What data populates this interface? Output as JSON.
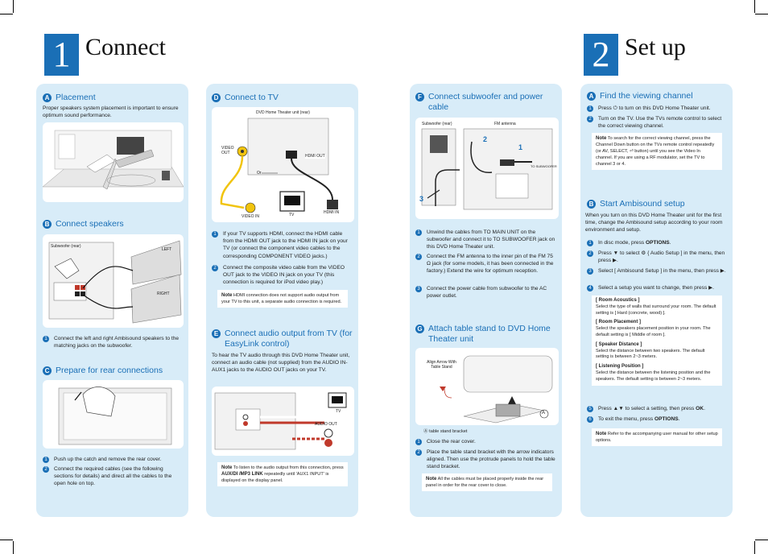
{
  "page1": {
    "number": "1",
    "title": "Connect",
    "placement": {
      "letter": "A",
      "heading": "Placement",
      "text": "Proper speakers system placement is important to ensure optimum sound performance."
    },
    "connect_speakers": {
      "letter": "B",
      "heading": "Connect speakers",
      "fig_labels": {
        "subwoofer": "Subwoofer (rear)",
        "left": "LEFT",
        "right": "RIGHT"
      },
      "step1": "Connect the left and right Ambisound speakers to the matching jacks on the subwoofer."
    },
    "rear_prep": {
      "letter": "C",
      "heading": "Prepare for rear connections",
      "step1": "Push up the catch and remove the rear cover.",
      "step2": "Connect the required cables (see the following sections for details) and direct all the cables to the open hole on top."
    },
    "connect_tv": {
      "letter": "D",
      "heading": "Connect to TV",
      "fig_labels": {
        "unit": "DVD Home Theater unit (rear)",
        "video_out": "VIDEO OUT",
        "hdmi_out": "HDMI OUT",
        "or": "Or",
        "video_in": "VIDEO IN",
        "tv": "TV",
        "hdmi_in": "HDMI IN"
      },
      "step1": "If your TV supports HDMI, connect the HDMI cable from the HDMI OUT jack to the HDMI IN jack on your TV (or connect the component video cables to the corresponding COMPONENT VIDEO jacks.)",
      "step2": "Connect the composite video cable from the VIDEO OUT jack to the VIDEO IN jack on your TV (this connection is required for iPod video play.)",
      "note_label": "Note",
      "note": "HDMI connection does not support audio output from your TV to this unit, a separate audio connection is required."
    },
    "audio_tv": {
      "letter": "E",
      "heading": "Connect audio output from TV (for EasyLink control)",
      "text": "To hear the TV audio through this DVD Home Theater unit, connect an audio cable (not supplied) from the AUDIO IN-AUX1 jacks to the AUDIO OUT jacks on your TV.",
      "fig_labels": {
        "tv": "TV",
        "audio_out": "AUDIO OUT"
      },
      "note_label": "Note",
      "note_a": "To listen to the audio output from this connection, press ",
      "note_bold": "AUX/DI /MP3 LINK",
      "note_b": " repeatedly until 'AUX1 INPUT' is displayed on the display panel."
    },
    "subwoofer_power": {
      "letter": "F",
      "heading": "Connect subwoofer and power cable",
      "fig_labels": {
        "subwoofer": "Subwoofer (rear)",
        "fm": "FM antenna",
        "to_sub": "TO SUBWOOFER",
        "n1": "1",
        "n2": "2",
        "n3": "3"
      },
      "step1": "Unwind the cables from TO MAIN UNIT on the subwoofer and connect it to TO SUBWOOFER jack on this DVD Home Theater unit.",
      "step2": "Connect the FM antenna to the inner pin of the FM 75 Ω jack (for some models, it has been connected in the factory.) Extend the wire for optimum reception.",
      "step3": "Connect the power cable from subwoofer to the AC power outlet."
    },
    "table_stand": {
      "letter": "G",
      "heading": "Attach table stand to DVD Home Theater unit",
      "fig_labels": {
        "align": "Align Arrow With Table Stand",
        "a": "A"
      },
      "caption": "Ⓐ table stand bracket",
      "step1": "Close the rear cover.",
      "step2": "Place the table stand bracket with the arrow indicators aligned. Then use the protrude panels to hold the table stand bracket.",
      "note_label": "Note",
      "note": "All the cables must be placed properly inside the rear panel in order for the rear cover to close."
    }
  },
  "page2": {
    "number": "2",
    "title": "Set up",
    "viewing_channel": {
      "letter": "A",
      "heading": "Find the viewing channel",
      "step1": "Press ⏻ to turn on this DVD Home Theater unit.",
      "step2": "Turn on the TV. Use the TVs remote control to select the correct viewing channel.",
      "note_label": "Note",
      "note": "To search for the correct viewing channel, press the Channel Down button on the TVs remote control repeatedly (or AV, SELECT, ⏎ button) until you see the Video In channel. If you are using a RF modulator, set the TV to channel 3 or 4."
    },
    "ambisound": {
      "letter": "B",
      "heading": "Start Ambisound setup",
      "text": "When you turn on this DVD Home Theater unit for the first time, change the Ambisound setup according to your room environment and setup.",
      "step1a": "In disc mode, press ",
      "step1b": "OPTIONS",
      "step1c": ".",
      "step2": "Press ▼ to select ⚙ { Audio Setup ] in the menu, then press ▶.",
      "step3": "Select [ Ambisound Setup ] in the menu, then press ▶.",
      "step4": "Select a setup you want to change, then press ▶.",
      "opt1_title": "[ Room Acoustics ]",
      "opt1_text": "Select the type of walls that surround your room. The default setting is [ Hard (concrete, wood) ].",
      "opt2_title": "[ Room Placement ]",
      "opt2_text": "Select the speakers placement position in your room. The default setting is [ Middle of room ].",
      "opt3_title": "[ Speaker Distance ]",
      "opt3_text": "Select the distance between two speakers. The default setting is between 2~3 meters.",
      "opt4_title": "[ Listening Position ]",
      "opt4_text": "Select the distance between the listening position and the speakers.  The default setting is between 2~3 meters.",
      "step5a": "Press ▲▼ to select a setting, then press ",
      "step5b": "OK",
      "step5c": ".",
      "step6a": "To exit the menu, press ",
      "step6b": "OPTIONS",
      "step6c": ".",
      "note_label": "Note",
      "note": "Refer to the accompanying user manual for other setup options."
    }
  },
  "colors": {
    "accent": "#1a6fb6",
    "panel": "#d8ecf8"
  }
}
